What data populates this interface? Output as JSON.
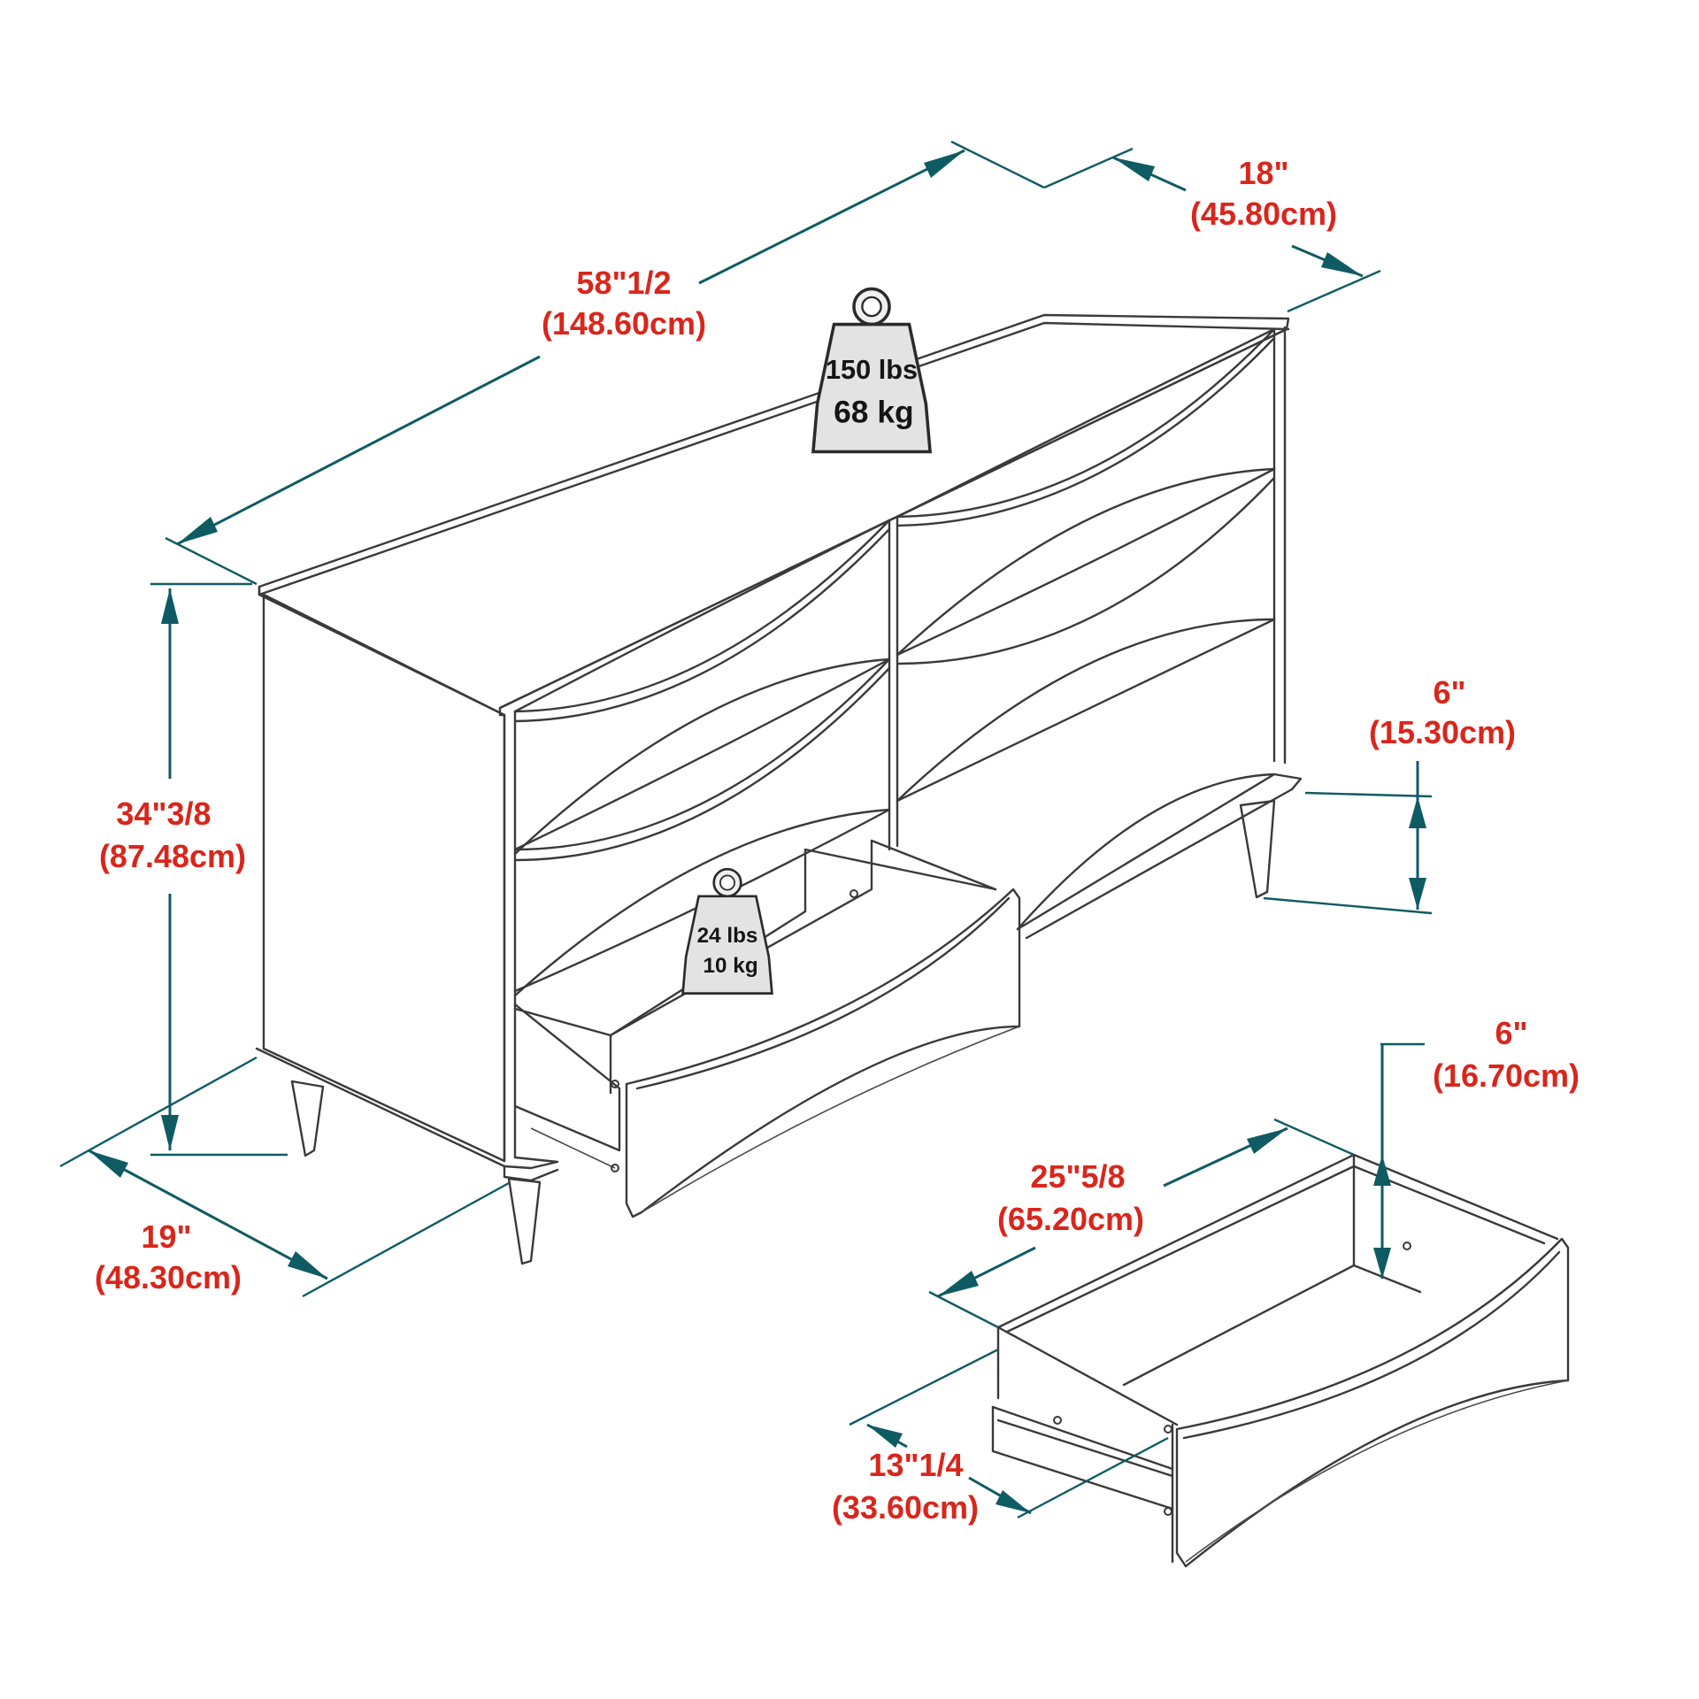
{
  "dimensions": {
    "width": {
      "imperial": "58\"1/2",
      "metric": "(148.60cm)"
    },
    "depth": {
      "imperial": "18\"",
      "metric": "(45.80cm)"
    },
    "height": {
      "imperial": "34\"3/8",
      "metric": "(87.48cm)"
    },
    "leg_height": {
      "imperial": "6\"",
      "metric": "(15.30cm)"
    },
    "base_depth": {
      "imperial": "19\"",
      "metric": "(48.30cm)"
    },
    "drawer_height": {
      "imperial": "6\"",
      "metric": "(16.70cm)"
    },
    "drawer_width": {
      "imperial": "25\"5/8",
      "metric": "(65.20cm)"
    },
    "drawer_depth": {
      "imperial": "13\"1/4",
      "metric": "(33.60cm)"
    }
  },
  "weights": {
    "top": {
      "imperial": "150 lbs",
      "metric": "68 kg"
    },
    "drawer": {
      "imperial": "24 lbs",
      "metric": "10 kg"
    }
  },
  "colors": {
    "dimension_text": "#d9261c",
    "dimension_line": "#0f5b63",
    "drawing_line": "#3a3a3a",
    "weight_fill": "#e3e3e3"
  }
}
